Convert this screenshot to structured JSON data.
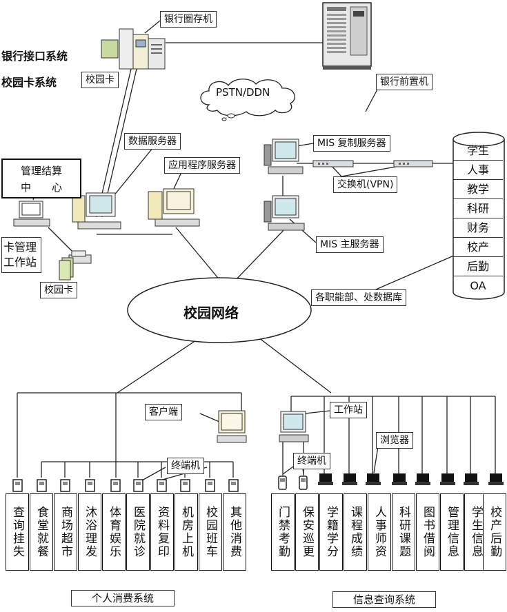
{
  "labels": {
    "bank_circle": "银行圈存机",
    "bank_interface": "银行接口系统",
    "campus_card_system": "校园卡系统",
    "campus_card_top": "校园卡",
    "pstn": "PSTN/DDN",
    "bank_front": "银行前置机",
    "data_server": "数据服务器",
    "mis_copy": "MIS 复制服务器",
    "mgmt_center_line1": "管理结算",
    "mgmt_center_line2": "中　　心",
    "app_server": "应用程序服务器",
    "switch": "交换机(VPN)",
    "card_station_line1": "卡管理",
    "card_station_line2": "工作站",
    "mis_main": "MIS 主服务器",
    "campus_card_left": "校园卡",
    "dept_db": "各职能部、处数据库",
    "campus_network": "校园网络",
    "client": "客户端",
    "workstation": "工作站",
    "browser": "浏览器",
    "terminal_left": "终端机",
    "terminal_right": "终端机",
    "personal_system": "个人消费系统",
    "info_system": "信息查询系统"
  },
  "database_cells": [
    "学生",
    "人事",
    "教学",
    "科研",
    "财务",
    "校产",
    "后勤",
    "OA"
  ],
  "consumer_items": [
    "查询挂失",
    "食堂就餐",
    "商场超市",
    "沐浴理发",
    "体育娱乐",
    "医院就诊",
    "资料复印",
    "机房上机",
    "校园班车",
    "其他消费"
  ],
  "info_items": [
    "门禁考勤",
    "保安巡更",
    "学籍学分",
    "课程成绩",
    "人事师资",
    "科研课题",
    "图书借阅",
    "管理信息",
    "学生信息",
    "校产后勤"
  ]
}
